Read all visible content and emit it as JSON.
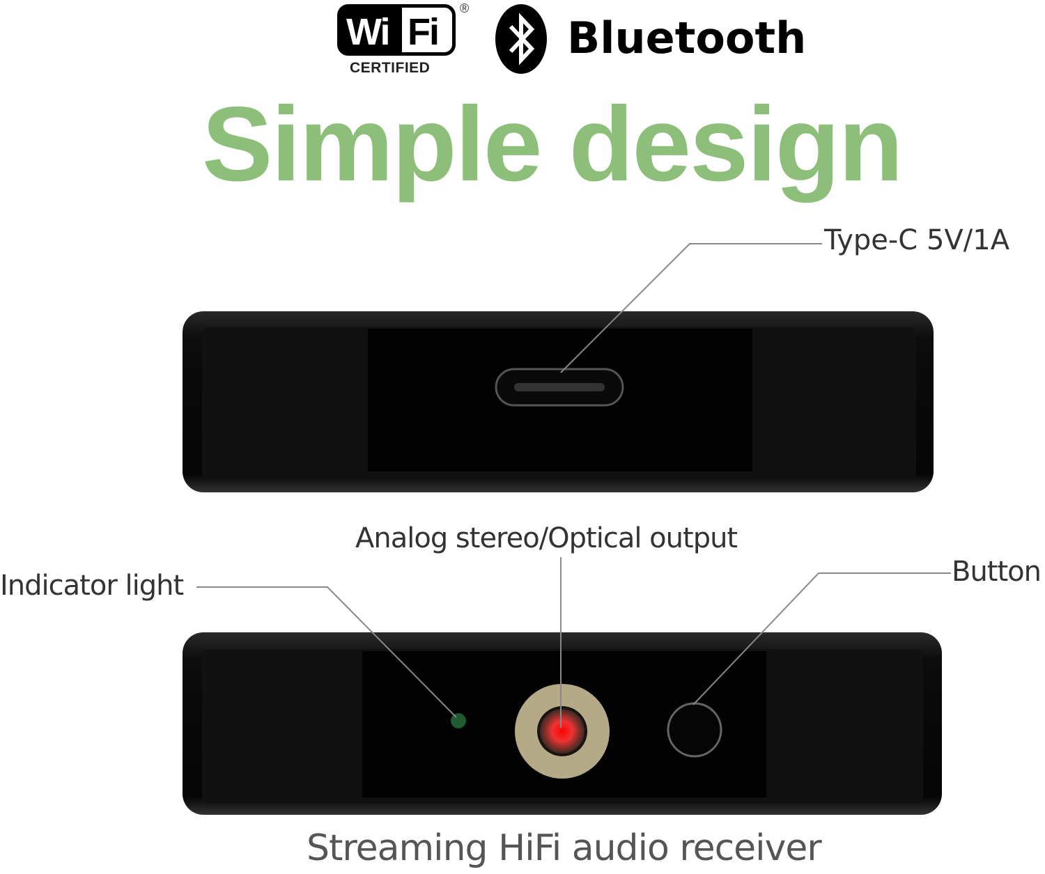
{
  "logos": {
    "wifi": {
      "left": "Wi",
      "right": "Fi",
      "registered": "®",
      "caption": "CERTIFIED"
    },
    "bluetooth": {
      "icon": "bluetooth-icon",
      "label": "Bluetooth"
    }
  },
  "title": "Simple design",
  "callouts": {
    "power_port": "Type-C 5V/1A",
    "audio_output": "Analog stereo/Optical output",
    "indicator": "Indicator light",
    "button": "Button"
  },
  "caption": "Streaming HiFi audio receiver",
  "colors": {
    "title_green": "#8dbf7a",
    "device_body": "#0a0a0a",
    "indicator_led": "#1f5a30",
    "optical_red": "#ff1a1a",
    "jack_ring": "#b5aa88"
  }
}
